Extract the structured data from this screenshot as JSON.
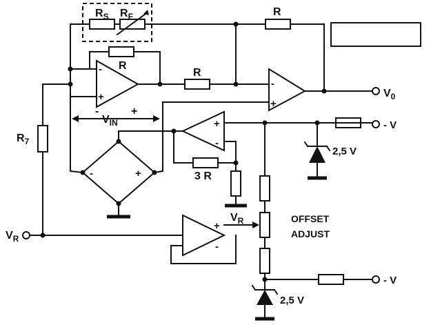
{
  "labels": {
    "rs": "R",
    "rs_sub": "S",
    "rf": "R",
    "rf_sub": "F",
    "r_top": "R",
    "r_mid": "R",
    "r_in": "R",
    "r7": "R",
    "r7_sub": "7",
    "three_r": "3 R",
    "vin": "V",
    "vin_sub": "IN",
    "vin_minus": "-",
    "vin_plus": "+",
    "v0": "V",
    "v0_sub": "0",
    "vr_left": "V",
    "vr_left_sub": "R",
    "vr_mid": "V",
    "vr_mid_sub": "R",
    "neg_v_top": "- V",
    "neg_v_bottom": "- V",
    "zener_top": "2,5 V",
    "zener_bottom": "2,5 V",
    "offset_line1": "OFFSET",
    "offset_line2": "ADJUST",
    "minus": "-",
    "plus": "+",
    "bridge_minus": "-",
    "bridge_plus": "+"
  }
}
